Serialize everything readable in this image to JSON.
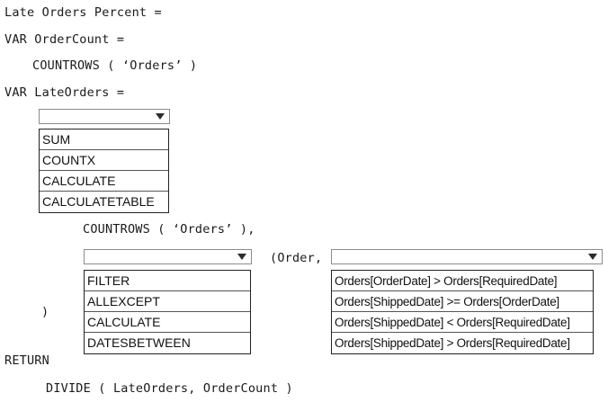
{
  "code": {
    "line1": "Late Orders Percent =",
    "line2": "VAR OrderCount =",
    "line3": "COUNTROWS ( ‘Orders’ )",
    "line4": "VAR LateOrders =",
    "line5": "COUNTROWS ( ‘Orders’ ),",
    "line6": "(Order,",
    "line7": ")",
    "line8": "RETURN",
    "line9": "DIVIDE ( LateOrders, OrderCount )"
  },
  "dropdown1": {
    "selected": "",
    "options": [
      "SUM",
      "COUNTX",
      "CALCULATE",
      "CALCULATETABLE"
    ]
  },
  "dropdown2": {
    "selected": "",
    "options": [
      "FILTER",
      "ALLEXCEPT",
      "CALCULATE",
      "DATESBETWEEN"
    ]
  },
  "dropdown3": {
    "selected": "",
    "options": [
      "Orders[OrderDate] > Orders[RequiredDate]",
      "Orders[ShippedDate] >= Orders[OrderDate]",
      "Orders[ShippedDate] < Orders[RequiredDate]",
      "Orders[ShippedDate] > Orders[RequiredDate]"
    ]
  },
  "icons": {
    "dropdown_arrow": "chevron-down-icon"
  }
}
